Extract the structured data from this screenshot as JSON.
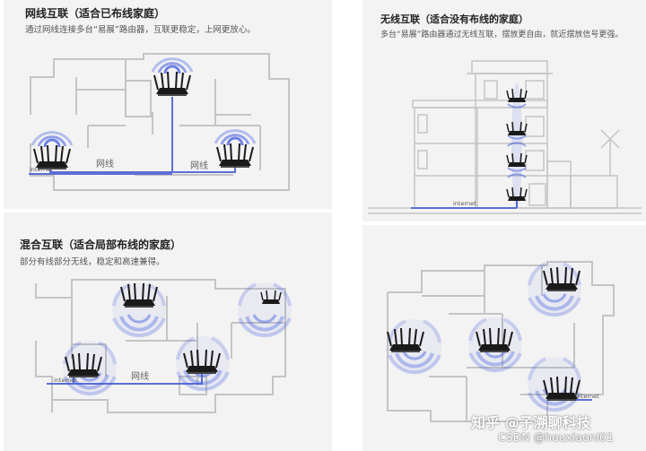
{
  "panels": {
    "wired": {
      "title": "网线互联（适合已布线家庭）",
      "desc": "通过网线连接多台“易展”路由器，互联更稳定，上网更放心。",
      "cable_labels": [
        "网线",
        "网线"
      ],
      "internet_label": "internet"
    },
    "wireless": {
      "title": "无线互联（适合没有布线的家庭）",
      "desc": "多台“易展”路由器通过无线互联，摆放更自由，就近摆放信号更强。",
      "internet_label": "internet"
    },
    "mixed": {
      "title": "混合互联（适合局部布线的家庭）",
      "desc": "部分有线部分无线，稳定和高速兼得。",
      "cable_label": "网线",
      "internet_label": "internet"
    },
    "mesh": {
      "internet_label": "internet"
    }
  },
  "watermark": {
    "zhihu": "知乎 @子溯聊科技",
    "csdn": "CSDN @houxiaoni01"
  },
  "colors": {
    "panel_bg": "#f3f3f3",
    "cable": "#5b6fd6",
    "signal": "#3f5be0",
    "router": "#1a1a1a",
    "wall": "#c4c4c4"
  }
}
